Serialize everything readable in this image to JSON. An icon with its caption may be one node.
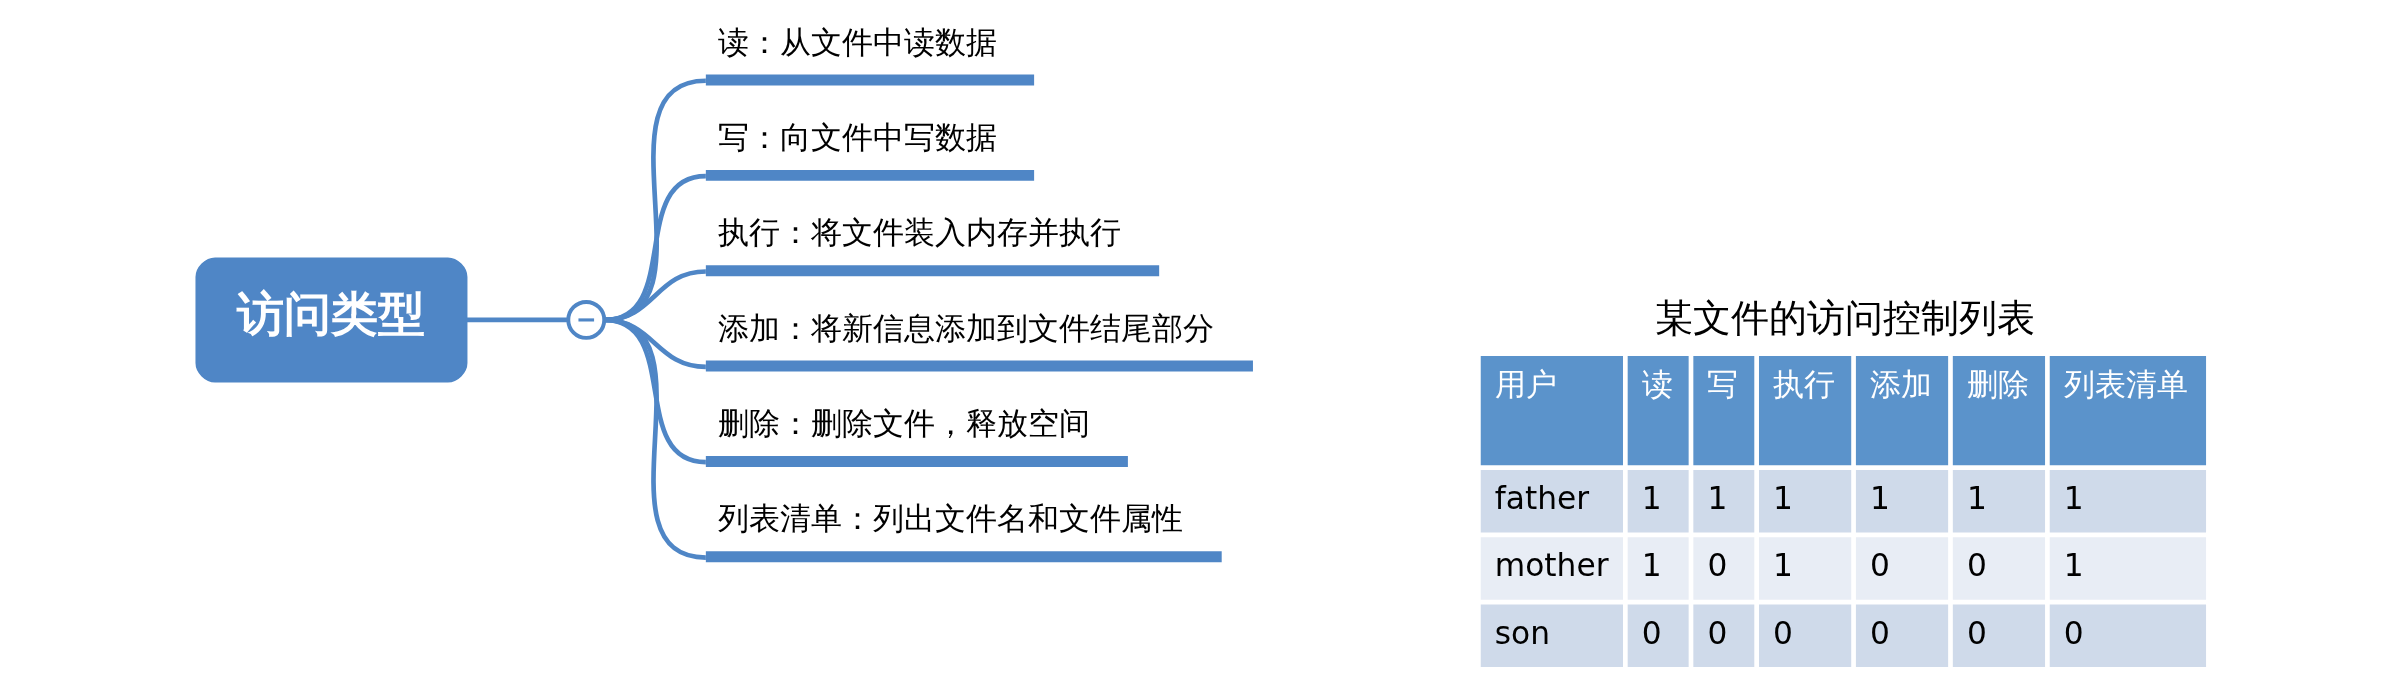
{
  "diagram": {
    "nodes": [
      {
        "text": [
          "访问类型"
        ]
      },
      {
        "text": [],
        "shape": "circle"
      },
      {
        "text": [
          "读：从文件中读数据"
        ]
      },
      {
        "text": [
          "写：向文件中写数据"
        ]
      },
      {
        "text": [
          "执行：将文件装入内存并执行"
        ]
      },
      {
        "text": [
          "添加：将新信息添加到文件结尾部分"
        ]
      },
      {
        "text": [
          "删除：删除文件，释放空间"
        ]
      },
      {
        "text": [
          "列表清单：列出文件名和文件属性"
        ]
      }
    ],
    "edges": [
      {
        "from": 0,
        "to": 1,
        "arrow": "none"
      },
      {
        "from": 1,
        "to": 2,
        "arrow": "none"
      },
      {
        "from": 1,
        "to": 3,
        "arrow": "none"
      },
      {
        "from": 1,
        "to": 4,
        "arrow": "none"
      },
      {
        "from": 1,
        "to": 5,
        "arrow": "none"
      },
      {
        "from": 1,
        "to": 6,
        "arrow": "none"
      },
      {
        "from": 1,
        "to": 7,
        "arrow": "none"
      }
    ],
    "labels": [
      "某文件的访问控制列表",
      "用户",
      "读",
      "写",
      "执行",
      "添加",
      "删除",
      "列表清单",
      "father",
      "1",
      "1",
      "1",
      "1",
      "1",
      "1",
      "mother",
      "1",
      "0",
      "1",
      "0",
      "0",
      "1",
      "son",
      "0",
      "0",
      "0",
      "0",
      "0",
      "0"
    ]
  }
}
